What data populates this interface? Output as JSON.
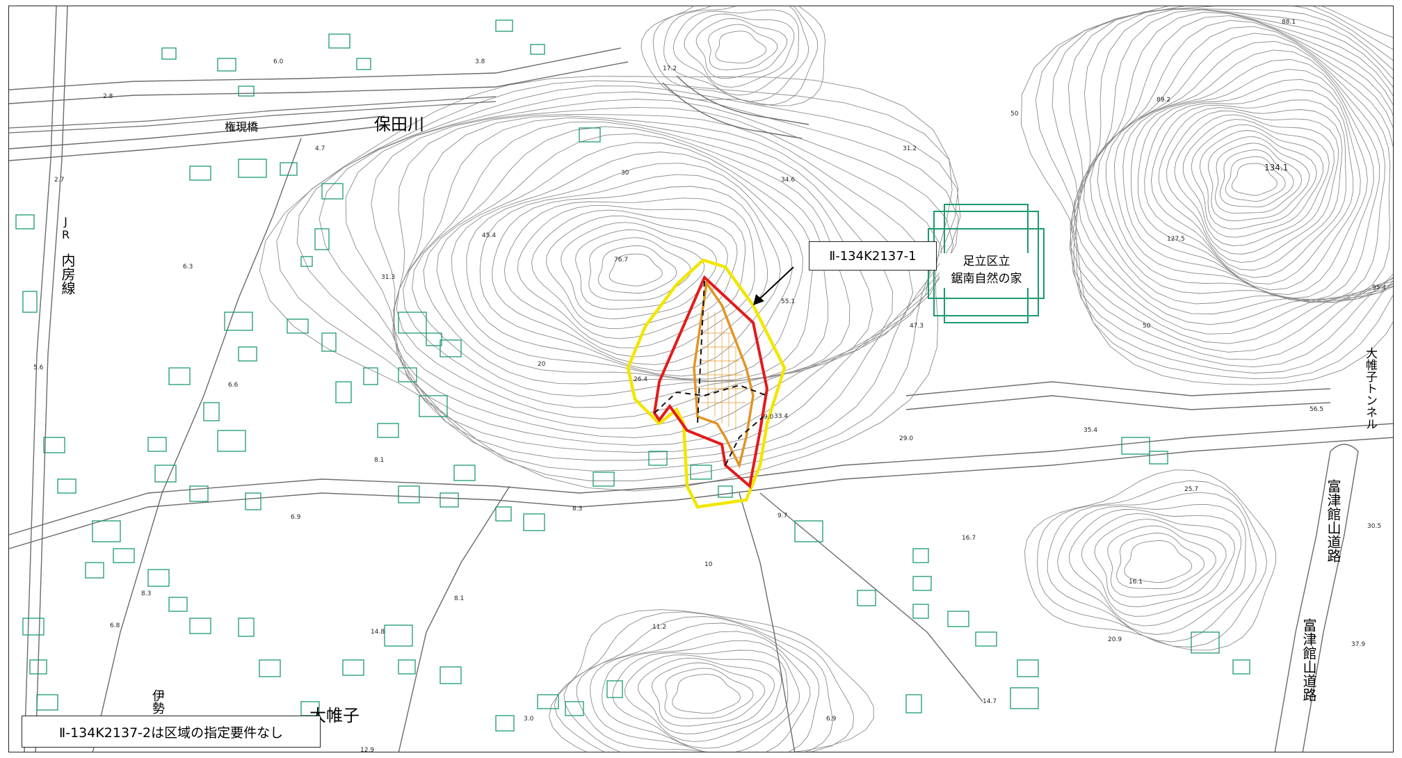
{
  "map": {
    "colors": {
      "contour": "#8a8a8a",
      "road": "#6a6a6a",
      "building": "#1a9a6a",
      "zone_outer": "#f2e600",
      "zone_red": "#e31a1a",
      "zone_orange": "#e39422",
      "dashed": "#111111"
    },
    "labels": {
      "river": "保田川",
      "bridge": "権現橋",
      "jr_line_1": "JR",
      "jr_line_2": "内房線",
      "district": "大帷子",
      "ise": "伊勢",
      "tunnel": "大帷子トンネル",
      "road_1": "富津館山道路",
      "road_2": "富津館山道路"
    },
    "facility": {
      "line1": "足立区立",
      "line2": "鋸南自然の家"
    },
    "callout_1": "Ⅱ-134K2137-1",
    "callout_2": "Ⅱ-134K2137-2は区域の指定要件なし",
    "elevations": {
      "e1": "2.8",
      "e2": "6.0",
      "e3": "3.8",
      "e4": "17.2",
      "e5": "4.7",
      "e6": "2.7",
      "e7": "45.4",
      "e8": "31.3",
      "e9": "6.3",
      "e10": "76.7",
      "e11": "30",
      "e12": "34.6",
      "e13": "31.2",
      "e14": "50",
      "e15": "89.2",
      "e16": "134.1",
      "e17": "127.5",
      "e18": "55.1",
      "e19": "47.3",
      "e20": "29.0",
      "e21": "33.4",
      "e22": "20",
      "e23": "6.6",
      "e24": "8.1",
      "e25": "5.6",
      "e26": "6.9",
      "e27": "8.3",
      "e28": "9.7",
      "e29": "10",
      "e30": "16.7",
      "e31": "11.2",
      "e32": "16.1",
      "e33": "20.9",
      "e34": "14.7",
      "e35": "8.3",
      "e36": "6.8",
      "e37": "14.8",
      "e38": "3.0",
      "e39": "6.9",
      "e40": "12.9",
      "e41": "8.1",
      "e42": "37.9",
      "e43": "30.5",
      "e44": "35.4",
      "e45": "25.7",
      "e46": "56.5",
      "e47": "50",
      "e48": "88.1",
      "e49": "95.4",
      "e50": "26.4",
      "e51": "9.0"
    }
  }
}
